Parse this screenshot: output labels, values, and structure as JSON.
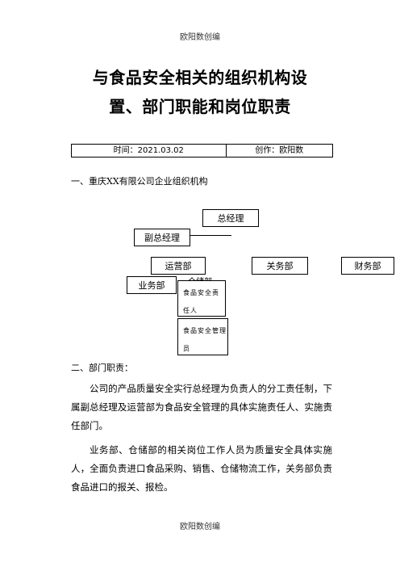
{
  "header": {
    "watermark": "欧阳数创编"
  },
  "footer": {
    "watermark": "欧阳数创编"
  },
  "title": {
    "line1": "与食品安全相关的组织机构设",
    "line2": "置、部门职能和岗位职责"
  },
  "meta": {
    "time": "时间：2021.03.02",
    "author": "创作：欧阳数"
  },
  "section1": {
    "heading": "一、重庆XX有限公司企业组织机构"
  },
  "org": {
    "general_manager": "总经理",
    "deputy_manager": "副总经理",
    "operations": "运营部",
    "customs": "关务部",
    "finance": "财务部",
    "business": "业务部",
    "warehouse": "仓储部",
    "responsible": "食品安全责任人",
    "safety_admin": "食品安全管理员"
  },
  "section2": {
    "heading": "二、部门职责："
  },
  "paragraphs": [
    "公司的产品质量安全实行总经理为负责人的分工责任制，下属副总经理及运营部为食品安全管理的具体实施责任人、实施责任部门。",
    "业务部、仓储部的相关岗位工作人员为质量安全具体实施人，全面负责进口食品采购、销售、仓储物流工作，关务部负责食品进口的报关、报检。"
  ]
}
